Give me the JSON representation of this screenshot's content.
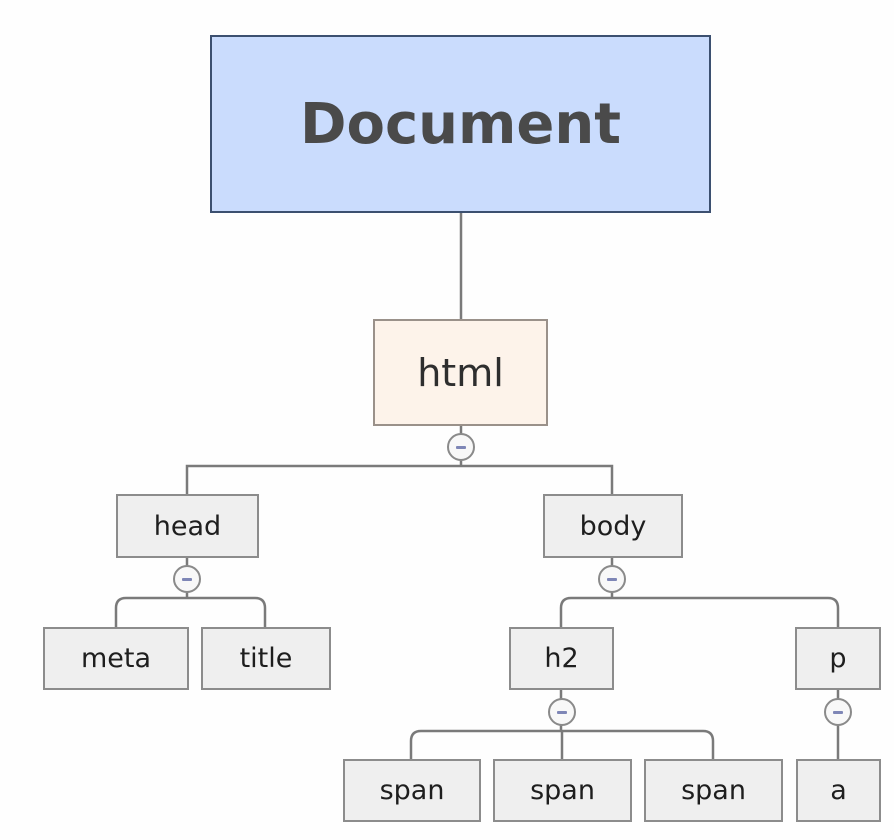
{
  "diagram": {
    "root": {
      "label": "Document"
    },
    "html": {
      "label": "html"
    },
    "head": {
      "label": "head"
    },
    "body": {
      "label": "body"
    },
    "meta": {
      "label": "meta"
    },
    "title": {
      "label": "title"
    },
    "h2": {
      "label": "h2"
    },
    "p": {
      "label": "p"
    },
    "span1": {
      "label": "span"
    },
    "span2": {
      "label": "span"
    },
    "span3": {
      "label": "span"
    },
    "a": {
      "label": "a"
    }
  },
  "colors": {
    "root_fill": "#cadcfd",
    "root_border": "#3c5070",
    "html_fill": "#fdf3ea",
    "node_fill": "#efefef",
    "connector": "#7a7a7a",
    "collapse_minus": "#7e86b6"
  }
}
